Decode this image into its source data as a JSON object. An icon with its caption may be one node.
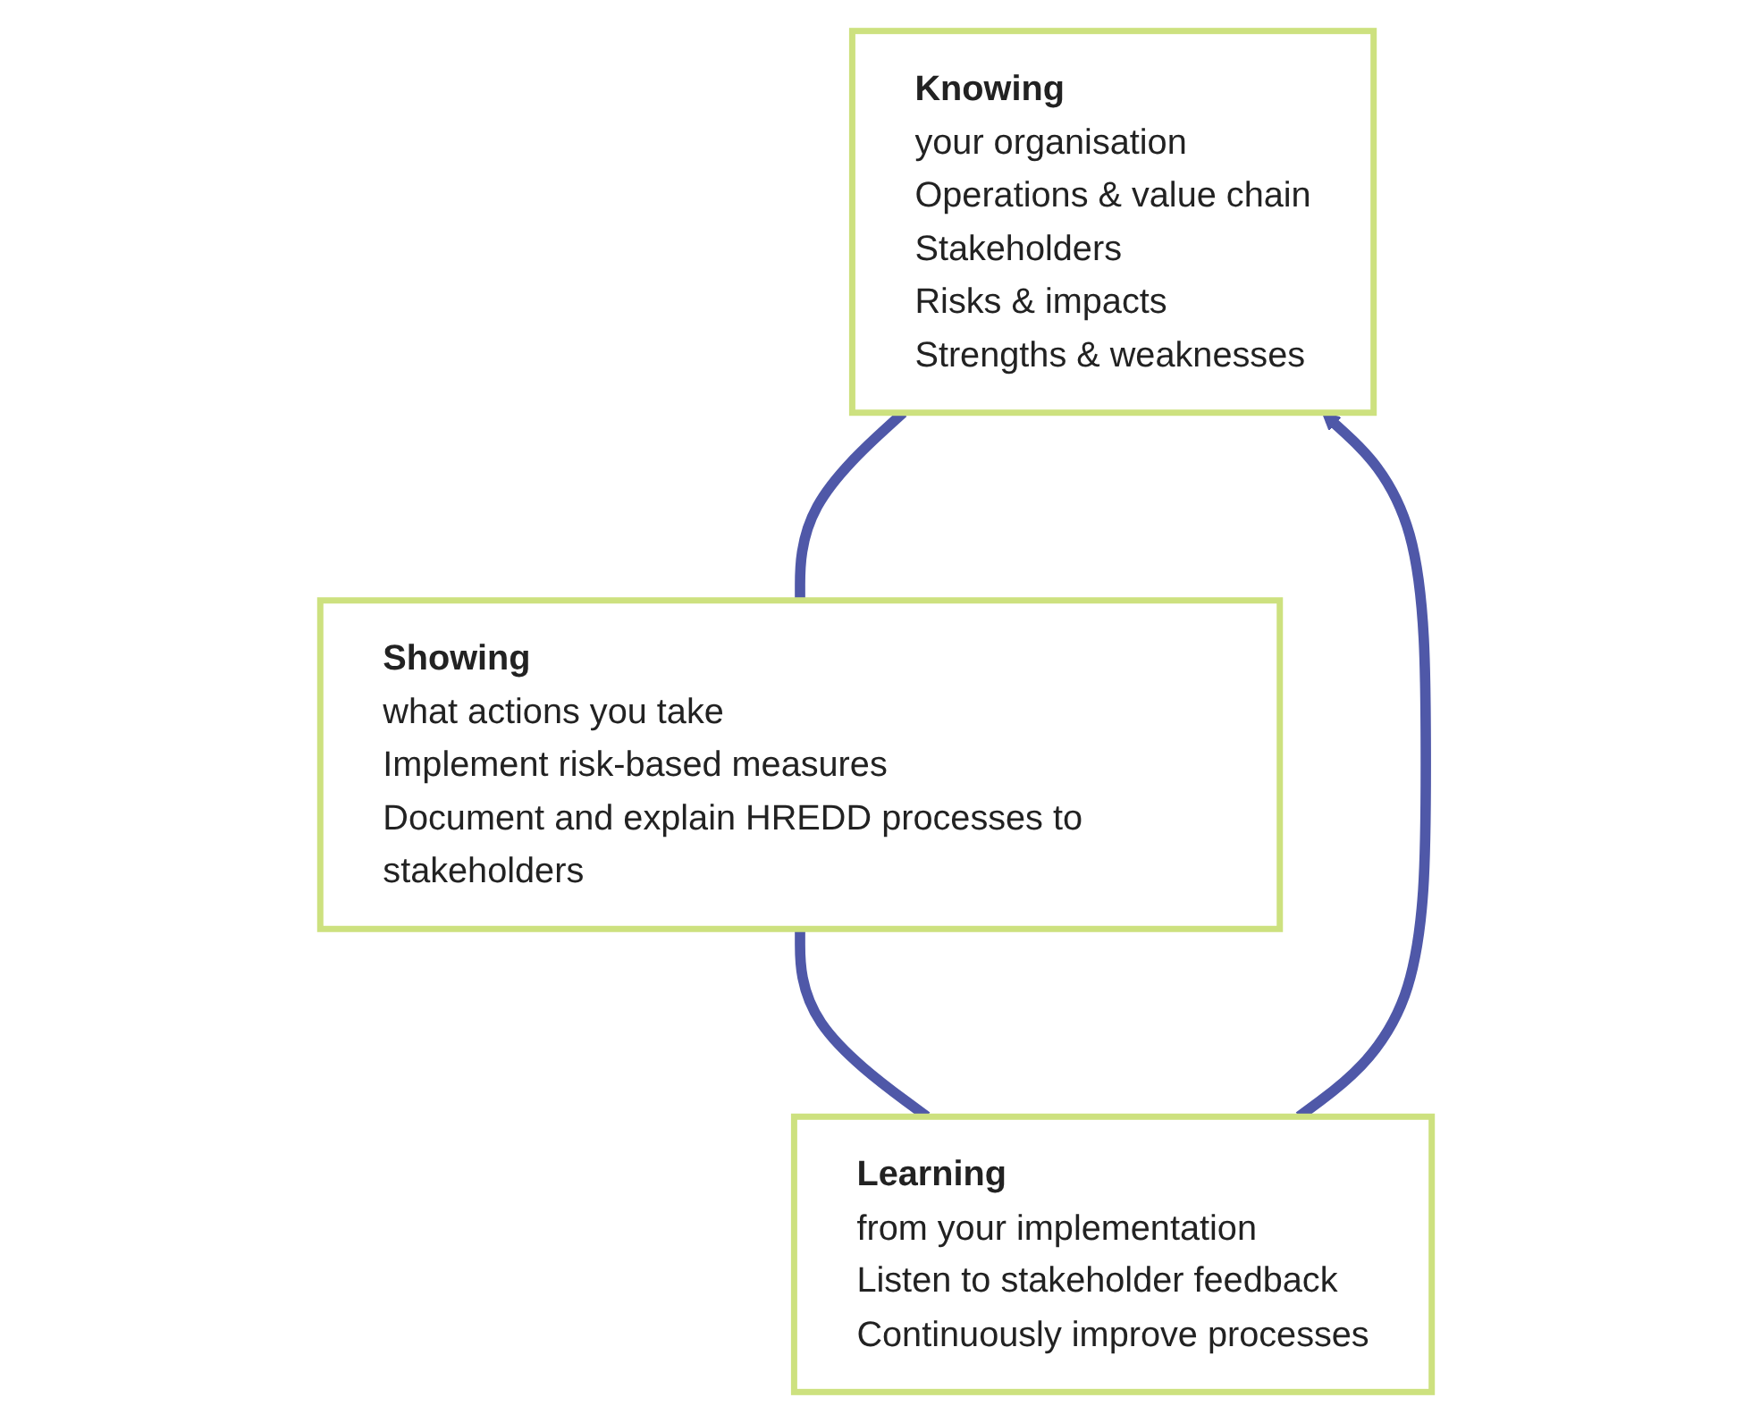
{
  "diagram": {
    "nodes": [
      {
        "text": [
          "Knowing",
          "your organisation",
          "Operations & value chain",
          "Stakeholders",
          "Risks & impacts",
          "Strengths & weaknesses"
        ]
      },
      {
        "text": [
          "Showing",
          "what actions you take",
          "Implement risk-based measures",
          "Document and explain HREDD processes to stakeholders"
        ]
      },
      {
        "text": [
          "Learning",
          "from your implementation",
          "Listen to stakeholder feedback",
          "Continuously improve processes"
        ]
      }
    ],
    "edges": [
      {
        "from": 0,
        "to": 1,
        "arrow": "none"
      },
      {
        "from": 1,
        "to": 2,
        "arrow": "none"
      },
      {
        "from": 2,
        "to": 0,
        "arrow": "to"
      }
    ]
  }
}
